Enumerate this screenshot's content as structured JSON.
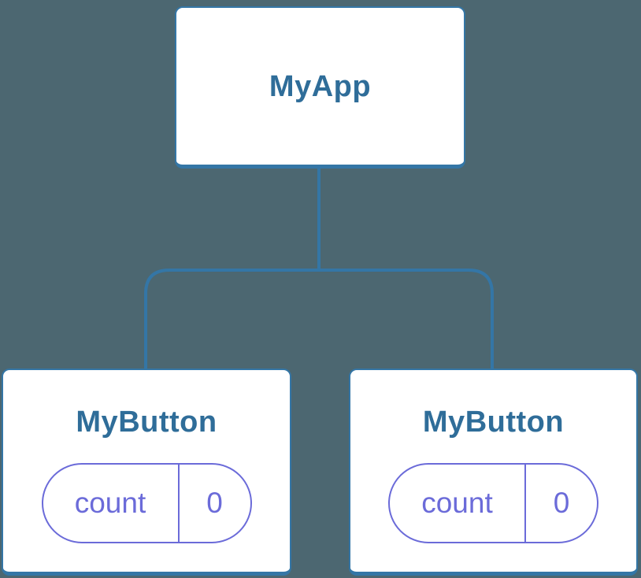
{
  "colors": {
    "background": "#4C6771",
    "node_fill": "#FFFFFF",
    "line_blue": "#3476A6",
    "title_blue": "#2F6D99",
    "indigo": "#6B6BD9"
  },
  "tree": {
    "root": {
      "label": "MyApp"
    },
    "children": [
      {
        "label": "MyButton",
        "state": {
          "name": "count",
          "value": "0"
        }
      },
      {
        "label": "MyButton",
        "state": {
          "name": "count",
          "value": "0"
        }
      }
    ]
  }
}
